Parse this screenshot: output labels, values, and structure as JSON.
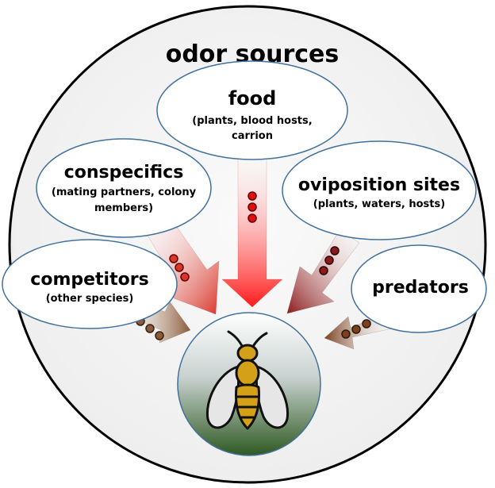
{
  "diagram": {
    "title": "odor sources",
    "nodes": {
      "food": {
        "title": "food",
        "sub": [
          "(plants, blood hosts,",
          "carrion"
        ]
      },
      "conspecifics": {
        "title": "conspecifics",
        "sub": [
          "(mating partners, colony",
          "members)"
        ]
      },
      "oviposition": {
        "title": "oviposition sites",
        "sub": [
          "(plants, waters, hosts)"
        ]
      },
      "competitors": {
        "title": "competitors",
        "sub": [
          "(other species)"
        ]
      },
      "predators": {
        "title": "predators",
        "sub": []
      }
    },
    "colors": {
      "outer_fill": "#f2f2f2",
      "node_fill": "#ffffff",
      "node_stroke": "#41719c",
      "food_arrow": "#ff1a1a",
      "conspecifics_arrow": "#d9362a",
      "oviposition_arrow": "#8b1a1a",
      "competitors_arrow": "#8b5a3a",
      "predators_arrow": "#7a4020",
      "bee_body": "#d4a017",
      "bee_wing": "#e6e6e6"
    }
  }
}
